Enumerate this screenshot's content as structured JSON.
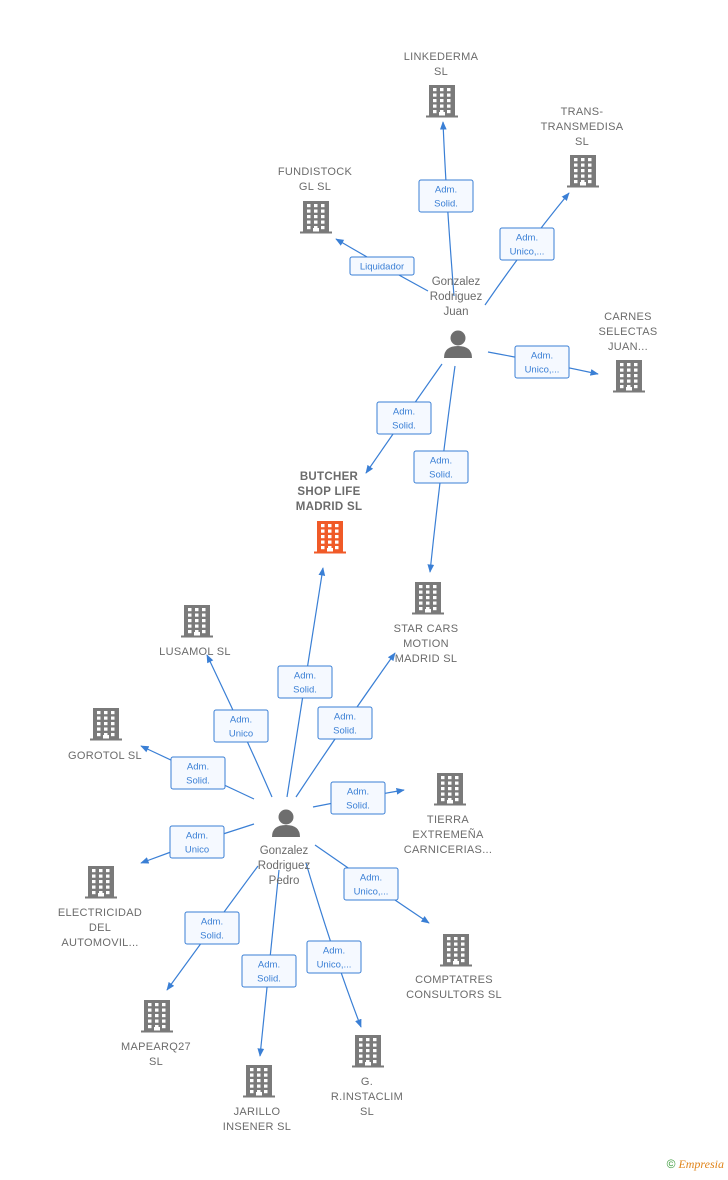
{
  "colors": {
    "edge": "#3a7fd5",
    "building": "#7a7a7a",
    "focus": "#f05a28",
    "person": "#6e6e6e"
  },
  "nodes": [
    {
      "id": "linkederma",
      "type": "company",
      "label": [
        "LINKEDERMA",
        "SL"
      ]
    },
    {
      "id": "trans",
      "type": "company",
      "label": [
        "TRANS-",
        "TRANSMEDISA",
        "SL"
      ]
    },
    {
      "id": "fundistock",
      "type": "company",
      "label": [
        "FUNDISTOCK",
        "GL  SL"
      ]
    },
    {
      "id": "juan",
      "type": "person",
      "label": [
        "Gonzalez",
        "Rodriguez",
        "Juan"
      ]
    },
    {
      "id": "carnes",
      "type": "company",
      "label": [
        "CARNES",
        "SELECTAS",
        "JUAN..."
      ]
    },
    {
      "id": "butcher",
      "type": "company",
      "focus": true,
      "label": [
        "BUTCHER",
        "SHOP LIFE",
        "MADRID  SL"
      ]
    },
    {
      "id": "starcars",
      "type": "company",
      "label": [
        "STAR CARS",
        "MOTION",
        "MADRID  SL"
      ]
    },
    {
      "id": "lusamol",
      "type": "company",
      "label": [
        "LUSAMOL SL"
      ]
    },
    {
      "id": "gorotol",
      "type": "company",
      "label": [
        "GOROTOL SL"
      ]
    },
    {
      "id": "tierra",
      "type": "company",
      "label": [
        "TIERRA",
        "EXTREMEÑA",
        "CARNICERIAS..."
      ]
    },
    {
      "id": "pedro",
      "type": "person",
      "label": [
        "Gonzalez",
        "Rodriguez",
        "Pedro"
      ]
    },
    {
      "id": "electricidad",
      "type": "company",
      "label": [
        "ELECTRICIDAD",
        "DEL",
        "AUTOMOVIL..."
      ]
    },
    {
      "id": "comptatres",
      "type": "company",
      "label": [
        "COMPTATRES",
        "CONSULTORS SL"
      ]
    },
    {
      "id": "mapearq",
      "type": "company",
      "label": [
        "MAPEARQ27",
        "SL"
      ]
    },
    {
      "id": "jarillo",
      "type": "company",
      "label": [
        "JARILLO",
        "INSENER SL"
      ]
    },
    {
      "id": "ginstaclim",
      "type": "company",
      "label": [
        "G.",
        "R.INSTACLIM",
        "SL"
      ]
    }
  ],
  "edges": [
    {
      "from": "juan",
      "to": "linkederma",
      "label": [
        "Adm.",
        "Solid."
      ]
    },
    {
      "from": "juan",
      "to": "trans",
      "label": [
        "Adm.",
        "Unico,..."
      ]
    },
    {
      "from": "juan",
      "to": "fundistock",
      "label": [
        "Liquidador"
      ]
    },
    {
      "from": "juan",
      "to": "carnes",
      "label": [
        "Adm.",
        "Unico,..."
      ]
    },
    {
      "from": "juan",
      "to": "butcher",
      "label": [
        "Adm.",
        "Solid."
      ]
    },
    {
      "from": "juan",
      "to": "starcars",
      "label": [
        "Adm.",
        "Solid."
      ]
    },
    {
      "from": "pedro",
      "to": "butcher",
      "label": [
        "Adm.",
        "Solid."
      ]
    },
    {
      "from": "pedro",
      "to": "starcars",
      "label": [
        "Adm.",
        "Solid."
      ]
    },
    {
      "from": "pedro",
      "to": "lusamol",
      "label": [
        "Adm.",
        "Unico"
      ]
    },
    {
      "from": "pedro",
      "to": "gorotol",
      "label": [
        "Adm.",
        "Solid."
      ]
    },
    {
      "from": "pedro",
      "to": "tierra",
      "label": [
        "Adm.",
        "Solid."
      ]
    },
    {
      "from": "pedro",
      "to": "electricidad",
      "label": [
        "Adm.",
        "Unico"
      ]
    },
    {
      "from": "pedro",
      "to": "comptatres",
      "label": [
        "Adm.",
        "Unico,..."
      ]
    },
    {
      "from": "pedro",
      "to": "mapearq",
      "label": [
        "Adm.",
        "Solid."
      ]
    },
    {
      "from": "pedro",
      "to": "jarillo",
      "label": [
        "Adm.",
        "Solid."
      ]
    },
    {
      "from": "pedro",
      "to": "ginstaclim",
      "label": [
        "Adm.",
        "Unico,..."
      ]
    }
  ],
  "brand": {
    "copyright": "©",
    "name": "Empresia"
  }
}
